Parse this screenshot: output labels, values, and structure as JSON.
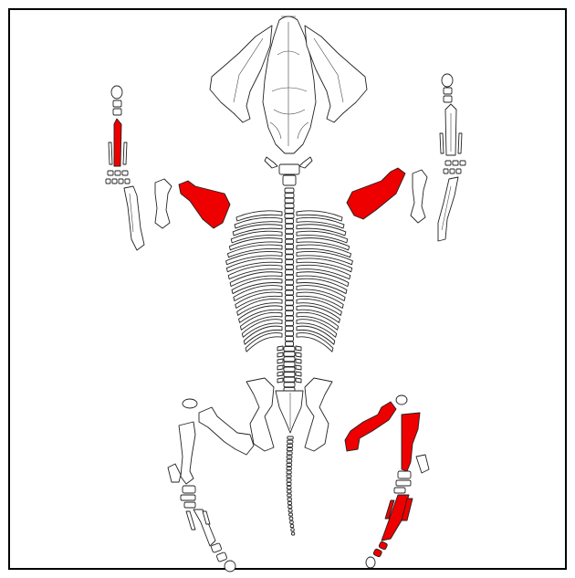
{
  "figure": {
    "description_text": "",
    "colors": {
      "frame": "#000000",
      "background": "#ffffff",
      "outline": "#222222",
      "highlight": "#ee0000"
    },
    "highlighted_elements": [
      "left-metacarpal",
      "left-humerus",
      "right-humerus",
      "right-femur",
      "right-tibia",
      "right-metatarsal"
    ]
  }
}
